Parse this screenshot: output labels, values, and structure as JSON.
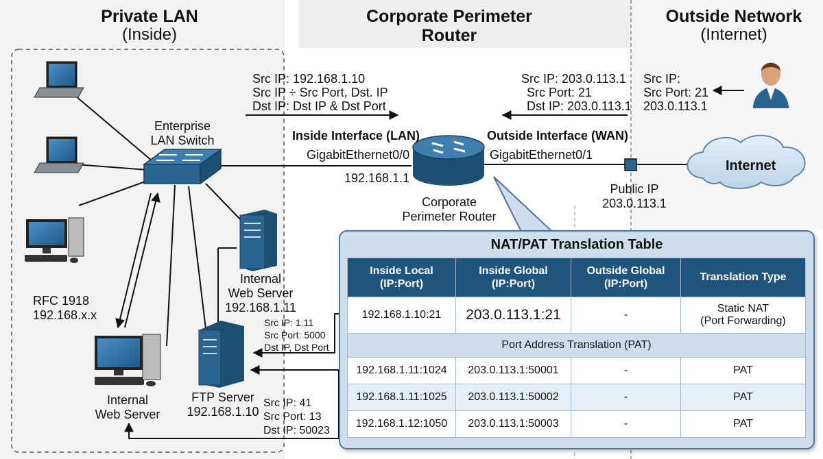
{
  "zones": {
    "private": {
      "title": "Private LAN",
      "subtitle": "(Inside)"
    },
    "router": {
      "title_line1": "Corporate Perimeter",
      "title_line2": "Router"
    },
    "outside": {
      "title": "Outside Network",
      "subtitle": "(Internet)"
    }
  },
  "devices": {
    "switch_line1": "Enterprise",
    "switch_line2": "LAN Switch",
    "router_line1": "Corporate",
    "router_line2": "Perimeter Router",
    "internal_web_server_upper_line1": "Internal",
    "internal_web_server_upper_line2": "Web Server",
    "internal_web_server_upper_ip": "192.168.1.11",
    "ftp_server_name": "FTP Server",
    "ftp_server_ip": "192.168.1.10",
    "internal_web_server_lower_line1": "Internal",
    "internal_web_server_lower_line2": "Web Server",
    "internet_label": "Internet"
  },
  "labels": {
    "rfc_line1": "RFC 1918",
    "rfc_line2": "192.168.x.x",
    "inside_interface": "Inside Interface (LAN)",
    "inside_interface_name": "GigabitEthernet0/0",
    "inside_ip": "192.168.1.1",
    "outside_interface": "Outside Interface (WAN)",
    "outside_interface_name": "GigabitEthernet0/1",
    "public_ip_line1": "Public IP",
    "public_ip_line2": "203.0.113.1"
  },
  "packets": {
    "outbound": [
      "Src IP: 192.168.1.10",
      "Src IP ÷ Src Port, Dst. IP",
      "Dst IP:  Dst IP & Dst Port"
    ],
    "inbound": [
      "Src IP: 203.0.113.1",
      "Src Port: 21",
      "Dst IP: 203.0.113.1"
    ],
    "user": [
      "Src IP:",
      "Src Port: 21",
      "203.0.113.1"
    ],
    "ftp_in": [
      "Src IP: 1.11",
      "Src Port: 5000",
      "Dst IP, Dst Port"
    ],
    "web_in": [
      "Src IP: 41",
      "Src Port: 13",
      "Dst IP: 50023"
    ]
  },
  "nat_table": {
    "title": "NAT/PAT Translation Table",
    "headers": [
      [
        "Inside Local",
        "(IP:Port)"
      ],
      [
        "Inside Global",
        "(IP:Port)"
      ],
      [
        "Outside Global",
        "(IP:Port)"
      ],
      [
        "Translation Type",
        ""
      ]
    ],
    "static_row": {
      "inside_local": "192.168.1.10:21",
      "inside_global": "203.0.113.1:21",
      "outside_global": "-",
      "type_line1": "Static NAT",
      "type_line2": "(Port Forwarding)"
    },
    "section_label": "Port Address Translation (PAT)",
    "pat_rows": [
      {
        "inside_local": "192.168.1.11:1024",
        "inside_global": "203.0.113.1:50001",
        "outside_global": "-",
        "type": "PAT"
      },
      {
        "inside_local": "192.168.1.11:1025",
        "inside_global": "203.0.113.1:50002",
        "outside_global": "-",
        "type": "PAT"
      },
      {
        "inside_local": "192.168.1.12:1050",
        "inside_global": "203.0.113.1:50003",
        "outside_global": "-",
        "type": "PAT"
      }
    ]
  },
  "colors": {
    "device_blue": "#2a6591",
    "device_dark": "#1d4f73",
    "panel_fill": "#cfdeed",
    "table_header": "#20557d"
  }
}
